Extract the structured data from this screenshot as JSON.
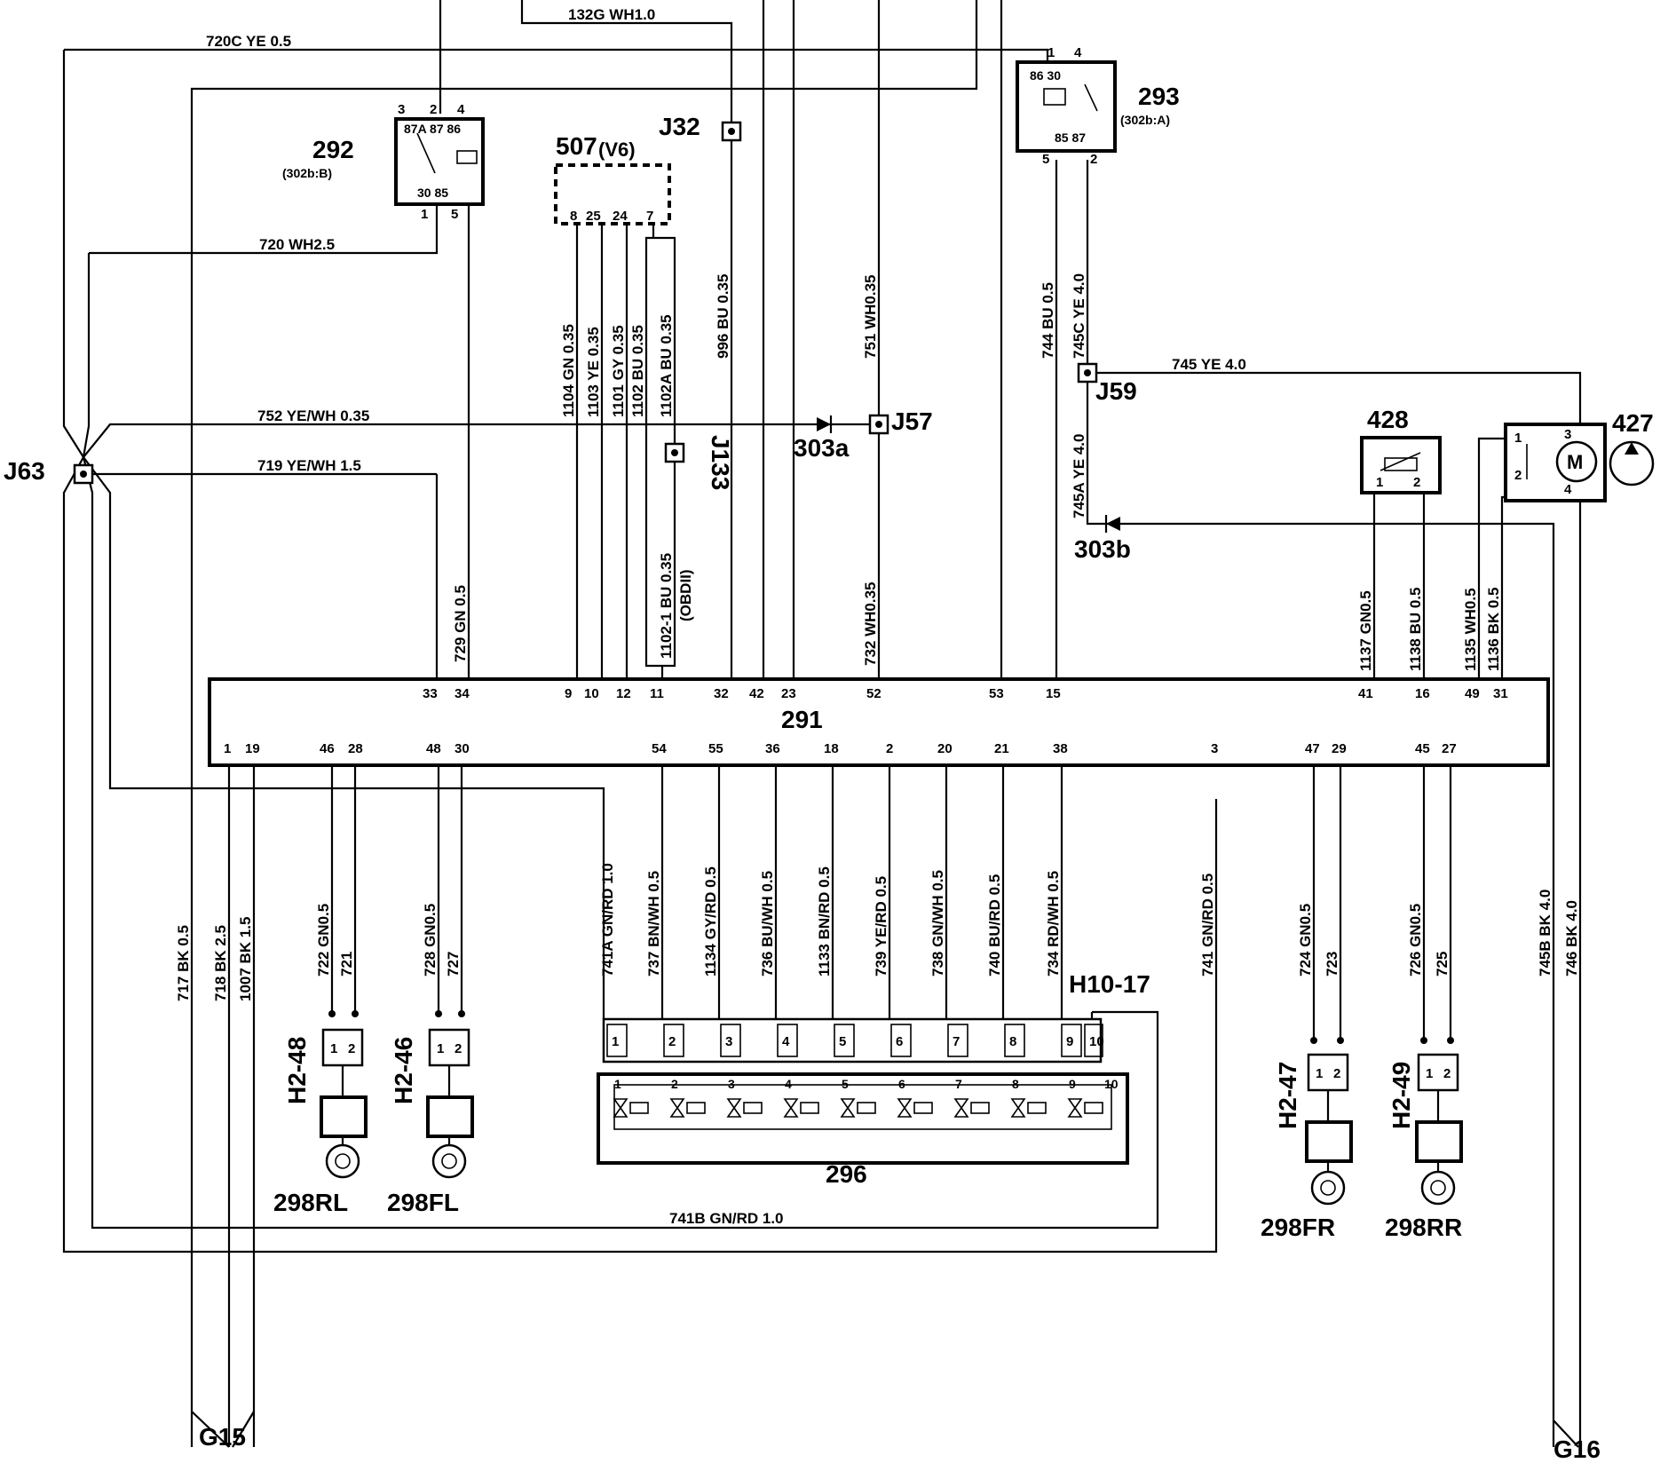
{
  "components": {
    "ecu": "291",
    "ecu_pins_top": [
      "33",
      "34",
      "9",
      "10",
      "12",
      "11",
      "32",
      "42",
      "23",
      "52",
      "53",
      "15",
      "41",
      "16",
      "49",
      "31"
    ],
    "ecu_pins_bottom": [
      "1",
      "19",
      "46",
      "28",
      "48",
      "30",
      "54",
      "55",
      "36",
      "18",
      "2",
      "20",
      "21",
      "38",
      "3",
      "47",
      "29",
      "45",
      "27"
    ],
    "relay_292": {
      "id": "292",
      "sub": "(302b:B)",
      "pins_top": [
        "3",
        "2",
        "4"
      ],
      "pins_bottom": [
        "1",
        "5"
      ],
      "inner_top": "87A 87 86",
      "inner_bottom": "30  85"
    },
    "relay_293": {
      "id": "293",
      "sub": "(302b:A)",
      "pins_top": [
        "1",
        "4"
      ],
      "pins_bottom": [
        "5",
        "2"
      ],
      "inner_top": "86 30",
      "inner_bottom": "85 87"
    },
    "conn_507": {
      "id": "507",
      "sub": "(V6)",
      "pins": [
        "8",
        "25",
        "24",
        "7"
      ]
    },
    "valve_block": {
      "id": "296",
      "connector": "H10-17",
      "pins": [
        "1",
        "2",
        "3",
        "4",
        "5",
        "6",
        "7",
        "8",
        "9",
        "10"
      ]
    },
    "sensor_428": {
      "id": "428",
      "pins": [
        "1",
        "2"
      ]
    },
    "pump_427": {
      "id": "427",
      "pins": [
        "1",
        "2",
        "3",
        "4"
      ],
      "motor": "M"
    },
    "wheel_sensors": [
      {
        "id": "298RL",
        "connector": "H2-48"
      },
      {
        "id": "298FL",
        "connector": "H2-46"
      },
      {
        "id": "298FR",
        "connector": "H2-47"
      },
      {
        "id": "298RR",
        "connector": "H2-49"
      }
    ],
    "splices": [
      "J32",
      "J57",
      "J59",
      "J63",
      "J133"
    ],
    "diodes": [
      "303a",
      "303b"
    ],
    "grounds": [
      "G15",
      "G16"
    ],
    "obd_note": "(OBDII)"
  },
  "wires": {
    "w720c": "720C  YE 0.5",
    "w132g": "132G  WH1.0",
    "w720": "720  WH2.5",
    "w752": "752  YE/WH 0.35",
    "w719": "719  YE/WH 1.5",
    "w745": "745  YE 4.0",
    "w741b": "741B  GN/RD 1.0",
    "v1104": "1104  GN 0.35",
    "v1103": "1103  YE 0.35",
    "v1101": "1101  GY 0.35",
    "v1102": "1102  BU 0.35",
    "v1102a": "1102A  BU 0.35",
    "v1102_1": "1102-1  BU 0.35",
    "v996": "996  BU 0.35",
    "v751": "751  WH0.35",
    "v732": "732  WH0.35",
    "v729": "729  GN 0.5",
    "v744": "744  BU 0.5",
    "v745c": "745C  YE 4.0",
    "v745a": "745A  YE 4.0",
    "v1137": "1137  GN0.5",
    "v1138": "1138  BU 0.5",
    "v1135": "1135  WH0.5",
    "v1136": "1136  BK 0.5",
    "v717": "717  BK 0.5",
    "v718": "718  BK 2.5",
    "v1007": "1007  BK 1.5",
    "v722": "722  GN0.5",
    "v721": "721",
    "v728": "728  GN0.5",
    "v727": "727",
    "v741a": "741A  GN/RD 1.0",
    "v737": "737  BN/WH 0.5",
    "v1134": "1134  GY/RD 0.5",
    "v736": "736  BU/WH 0.5",
    "v1133": "1133  BN/RD 0.5",
    "v739": "739  YE/RD  0.5",
    "v738": "738  GN/WH 0.5",
    "v740": "740  BU/RD  0.5",
    "v734": "734  RD/WH 0.5",
    "v741": "741  GN/RD 0.5",
    "v724": "724  GN0.5",
    "v723": "723",
    "v726": "726  GN0.5",
    "v725": "725",
    "v745b": "745B  BK 4.0",
    "v746": "746  BK 4.0"
  }
}
